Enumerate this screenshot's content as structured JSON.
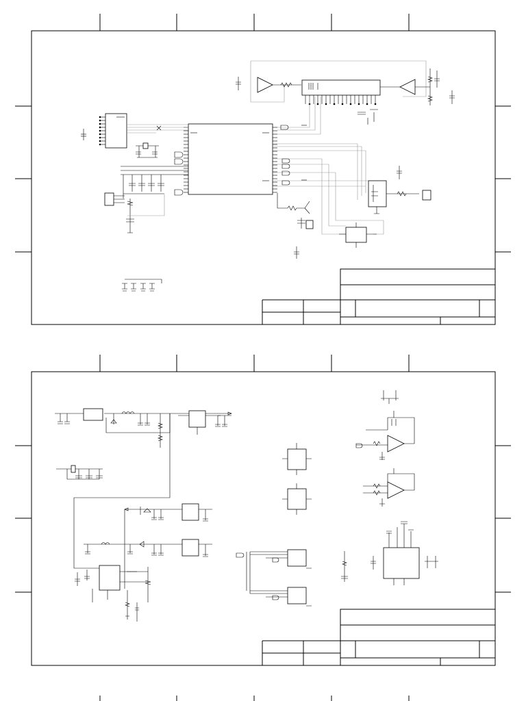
{
  "document": {
    "type": "schematic",
    "sheets": [
      {
        "id": "sheet-1",
        "title_block": {
          "fields": []
        }
      },
      {
        "id": "sheet-2",
        "title_block": {
          "fields": []
        }
      }
    ]
  },
  "colors": {
    "ink": "#000000",
    "wire_gray": "#9a9a9a",
    "paper": "#ffffff"
  }
}
